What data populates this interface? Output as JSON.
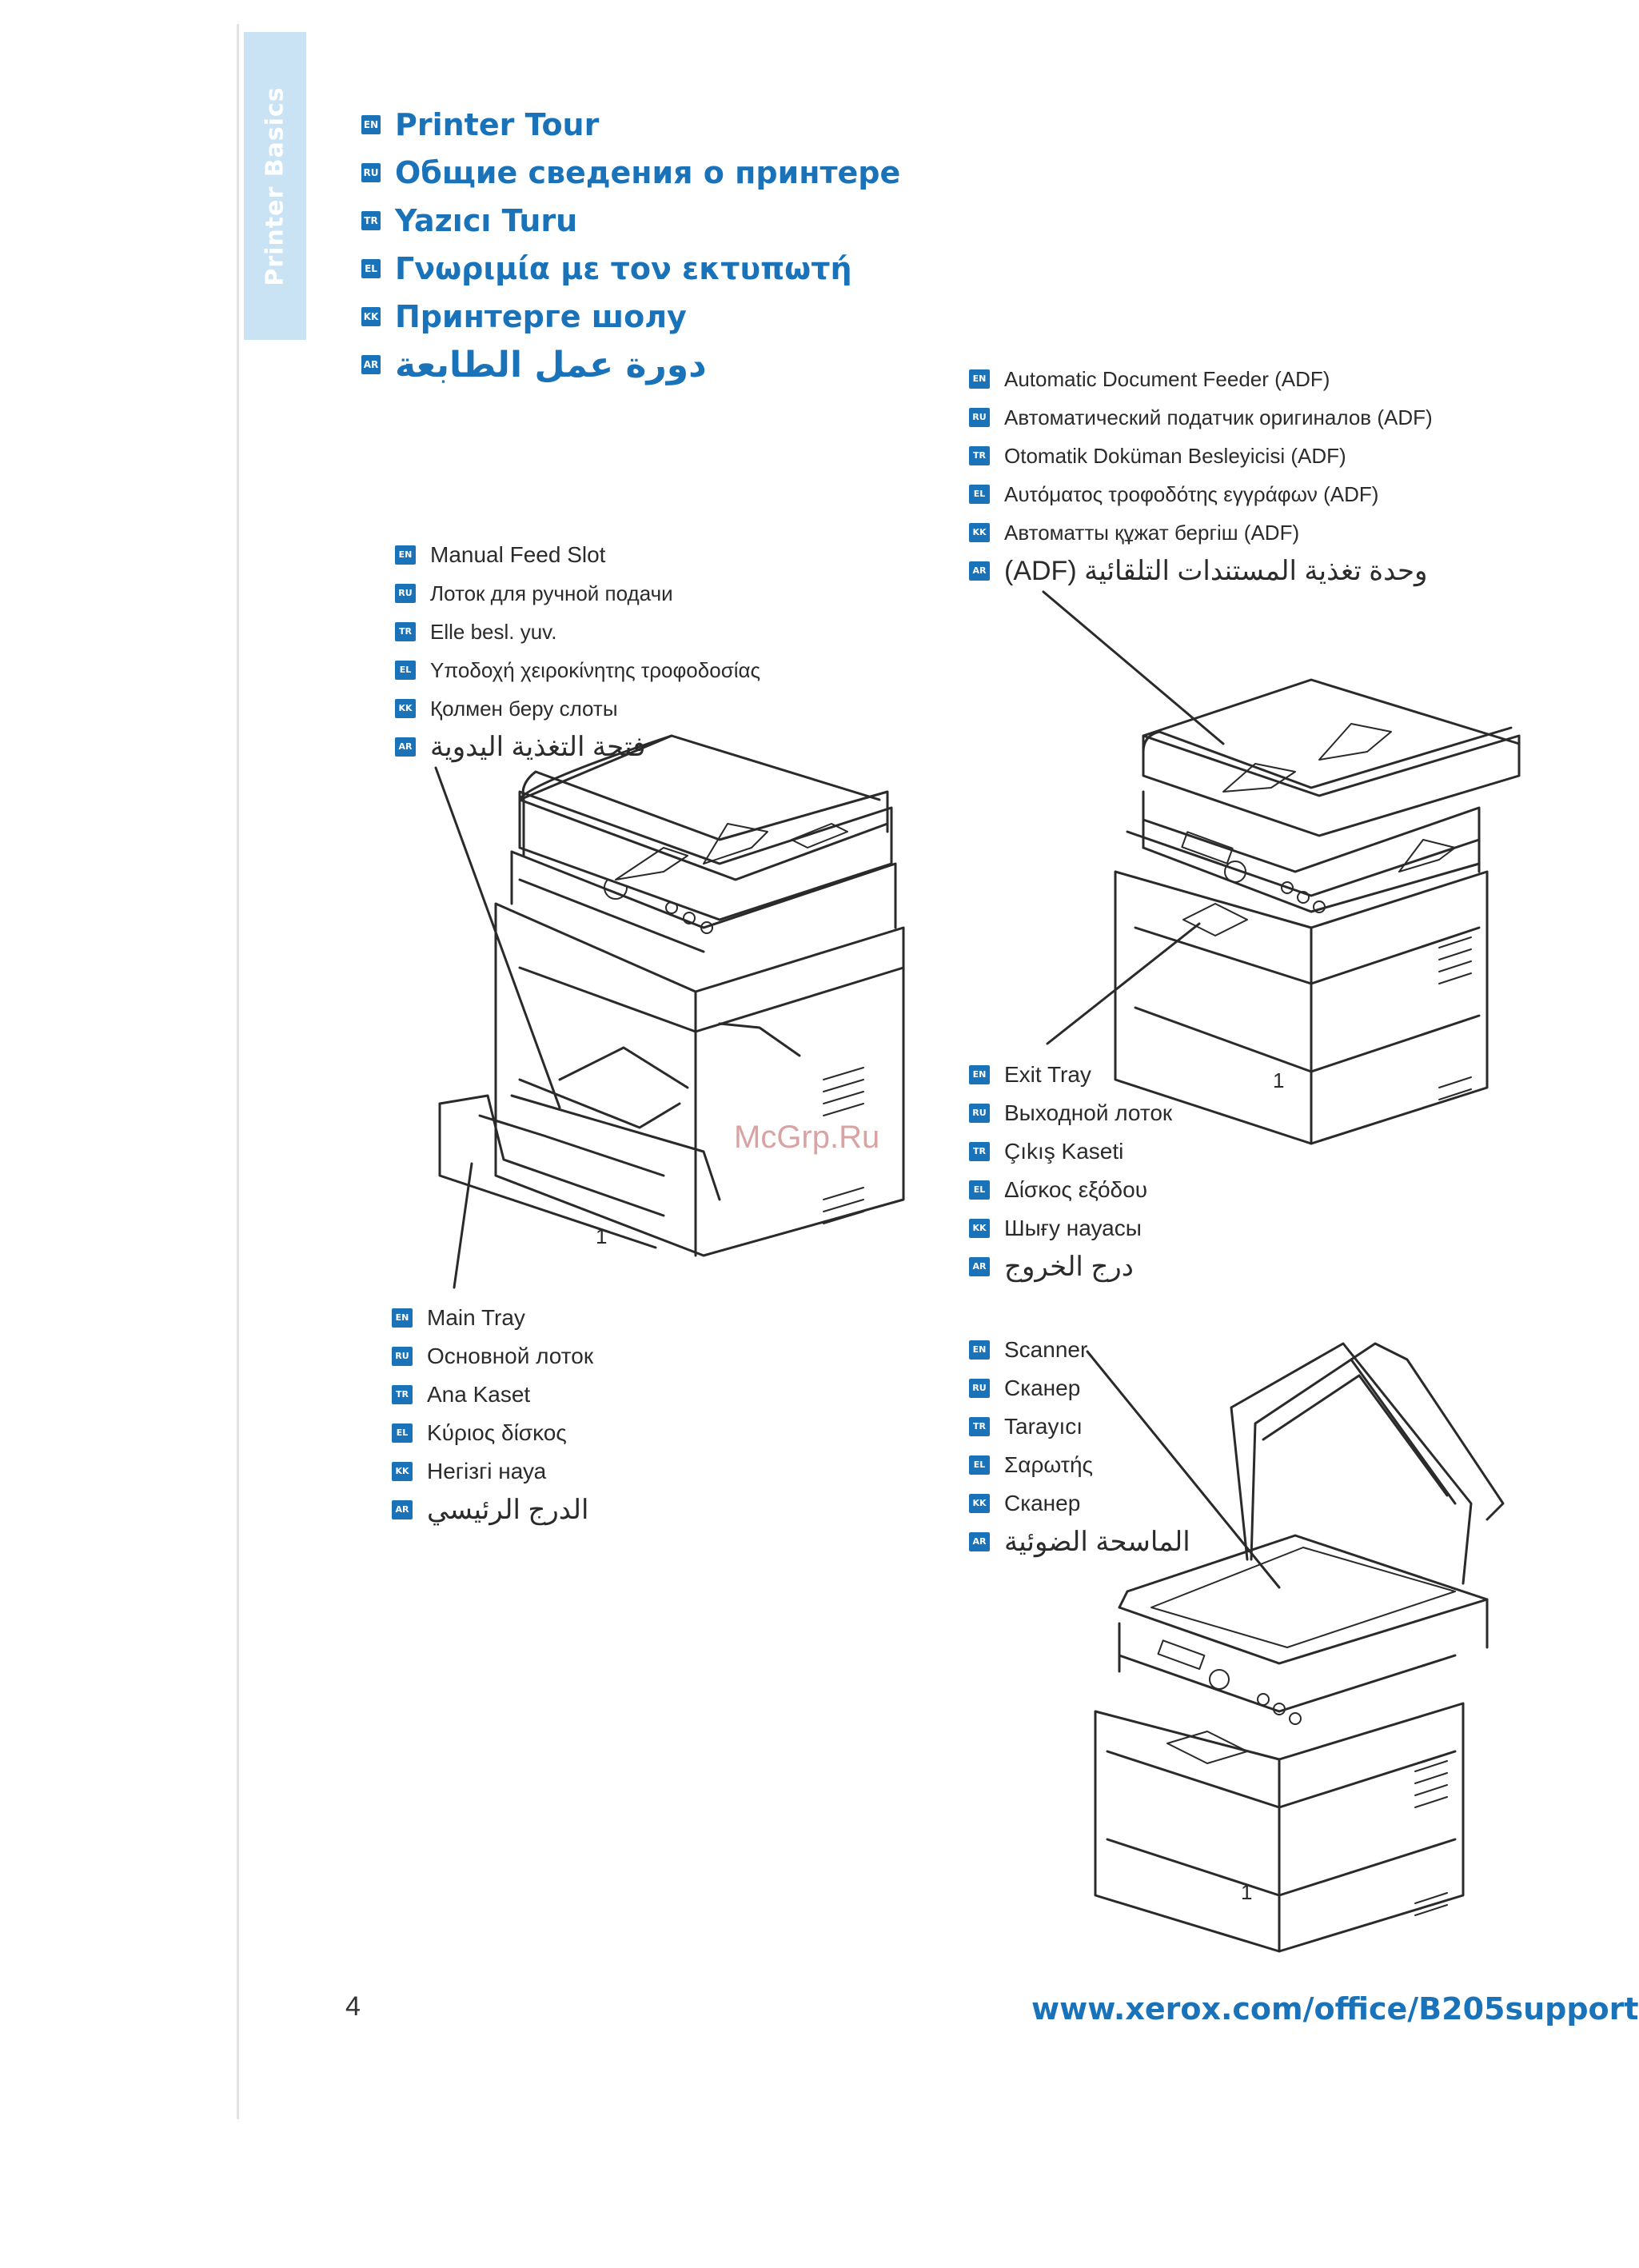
{
  "side_tab": "Printer Basics",
  "title": [
    {
      "tag": "EN",
      "text": "Printer Tour"
    },
    {
      "tag": "RU",
      "text": "Общие сведения о принтере"
    },
    {
      "tag": "TR",
      "text": "Yazıcı Turu"
    },
    {
      "tag": "EL",
      "text": "Γνωριμία με τον εκτυπωτή"
    },
    {
      "tag": "KK",
      "text": "Принтерге шолу"
    },
    {
      "tag": "AR",
      "text": "دورة عمل الطابعة"
    }
  ],
  "adf": [
    {
      "tag": "EN",
      "text": "Automatic Document Feeder (ADF)"
    },
    {
      "tag": "RU",
      "text": "Автоматический податчик оригиналов (ADF)"
    },
    {
      "tag": "TR",
      "text": "Otomatik Doküman Besleyicisi (ADF)"
    },
    {
      "tag": "EL",
      "text": "Αυτόματος τροφοδότης εγγράφων (ADF)"
    },
    {
      "tag": "KK",
      "text": "Автоматты құжат бергіш (ADF)"
    },
    {
      "tag": "AR",
      "text": "وحدة تغذية المستندات التلقائية (ADF)"
    }
  ],
  "manual_feed": [
    {
      "tag": "EN",
      "text": "Manual Feed Slot"
    },
    {
      "tag": "RU",
      "text": "Лоток для ручной подачи"
    },
    {
      "tag": "TR",
      "text": "Elle besl. yuv."
    },
    {
      "tag": "EL",
      "text": "Υποδοχή χειροκίνητης τροφοδοσίας"
    },
    {
      "tag": "KK",
      "text": "Қолмен беру слоты"
    },
    {
      "tag": "AR",
      "text": "فتحة التغذية اليدوية"
    }
  ],
  "exit_tray": [
    {
      "tag": "EN",
      "text": "Exit Tray"
    },
    {
      "tag": "RU",
      "text": "Выходной лоток"
    },
    {
      "tag": "TR",
      "text": "Çıkış Kaseti"
    },
    {
      "tag": "EL",
      "text": "Δίσκος εξόδου"
    },
    {
      "tag": "KK",
      "text": "Шығу науасы"
    },
    {
      "tag": "AR",
      "text": "درج الخروج"
    }
  ],
  "main_tray": [
    {
      "tag": "EN",
      "text": "Main Tray"
    },
    {
      "tag": "RU",
      "text": "Основной лоток"
    },
    {
      "tag": "TR",
      "text": "Ana Kaset"
    },
    {
      "tag": "EL",
      "text": "Κύριος δίσκος"
    },
    {
      "tag": "KK",
      "text": "Негізгі науа"
    },
    {
      "tag": "AR",
      "text": "الدرج الرئيسي"
    }
  ],
  "scanner": [
    {
      "tag": "EN",
      "text": "Scanner"
    },
    {
      "tag": "RU",
      "text": "Сканер"
    },
    {
      "tag": "TR",
      "text": "Tarayıcı"
    },
    {
      "tag": "EL",
      "text": "Σαρωτής"
    },
    {
      "tag": "KK",
      "text": "Сканер"
    },
    {
      "tag": "AR",
      "text": "الماسحة الضوئية"
    }
  ],
  "tray_number": "1",
  "page_number": "4",
  "url": "www.xerox.com/office/B205support",
  "watermark": "McGrp.Ru",
  "colors": {
    "accent": "#1a72b8",
    "side_tab": "#c9e3f4"
  }
}
